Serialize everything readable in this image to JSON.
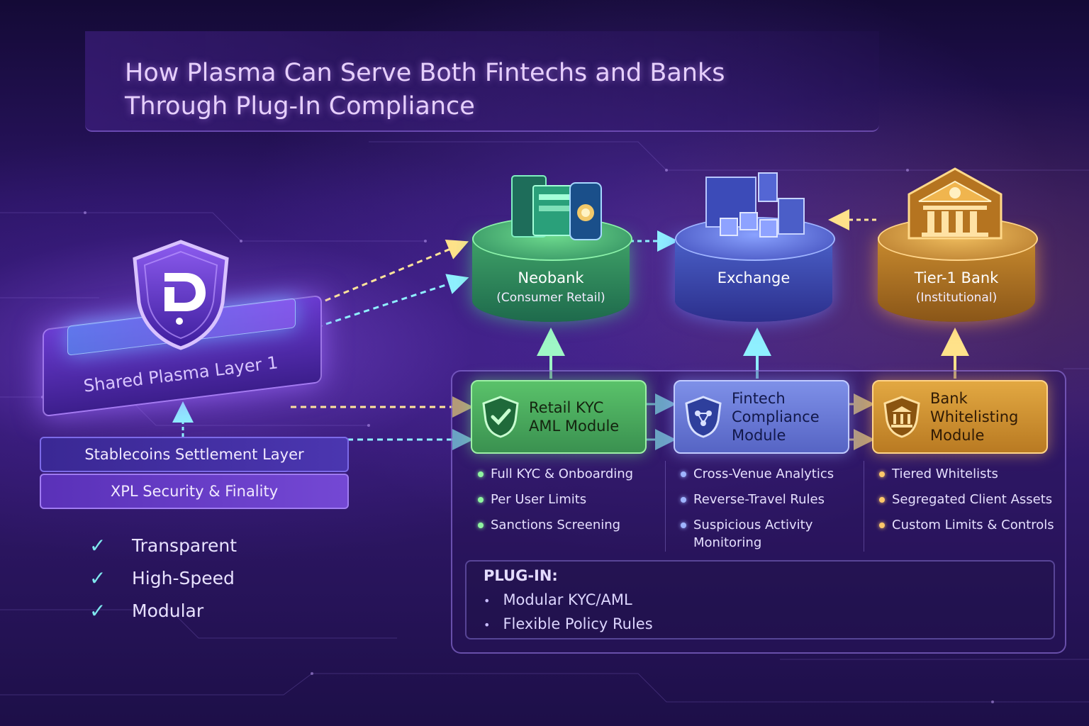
{
  "title": {
    "line1": "How Plasma Can Serve Both Fintechs and Banks",
    "line2": "Through Plug-In Compliance"
  },
  "shared_layer": {
    "label": "Shared Plasma Layer 1",
    "logo_icon": "shield-logo-icon",
    "stack": [
      "Stablecoins Settlement Layer",
      "XPL Security & Finality"
    ]
  },
  "features": [
    {
      "icon": "check-icon",
      "label": "Transparent"
    },
    {
      "icon": "check-icon",
      "label": "High-Speed"
    },
    {
      "icon": "check-icon",
      "label": "Modular"
    }
  ],
  "entities": [
    {
      "name": "Neobank",
      "sub": "(Consumer Retail)",
      "color": "#3fa268",
      "icon": "phone-storefront-icon"
    },
    {
      "name": "Exchange",
      "sub": "",
      "color": "#4a60c8",
      "icon": "cubes-building-icon"
    },
    {
      "name": "Tier-1 Bank",
      "sub": "(Institutional)",
      "color": "#c88a2e",
      "icon": "bank-building-icon"
    }
  ],
  "modules": [
    {
      "lines": [
        "Retail KYC",
        "AML Module"
      ],
      "icon": "shield-check-icon",
      "color": "#5ac26a",
      "bullets": [
        "Full KYC & Onboarding",
        "Per User Limits",
        "Sanctions Screening"
      ]
    },
    {
      "lines": [
        "Fintech",
        "Compliance",
        "Module"
      ],
      "icon": "shield-nodes-icon",
      "color": "#7e90e8",
      "bullets": [
        "Cross-Venue Analytics",
        "Reverse-Travel Rules",
        "Suspicious Activity Monitoring"
      ]
    },
    {
      "lines": [
        "Bank",
        "Whitelisting",
        "Module"
      ],
      "icon": "shield-bank-icon",
      "color": "#e2a842",
      "bullets": [
        "Tiered Whitelists",
        "Segregated Client Assets",
        "Custom Limits & Controls"
      ]
    }
  ],
  "plugin": {
    "title": "PLUG-IN:",
    "items": [
      "Modular KYC/AML",
      "Flexible Policy Rules"
    ]
  }
}
